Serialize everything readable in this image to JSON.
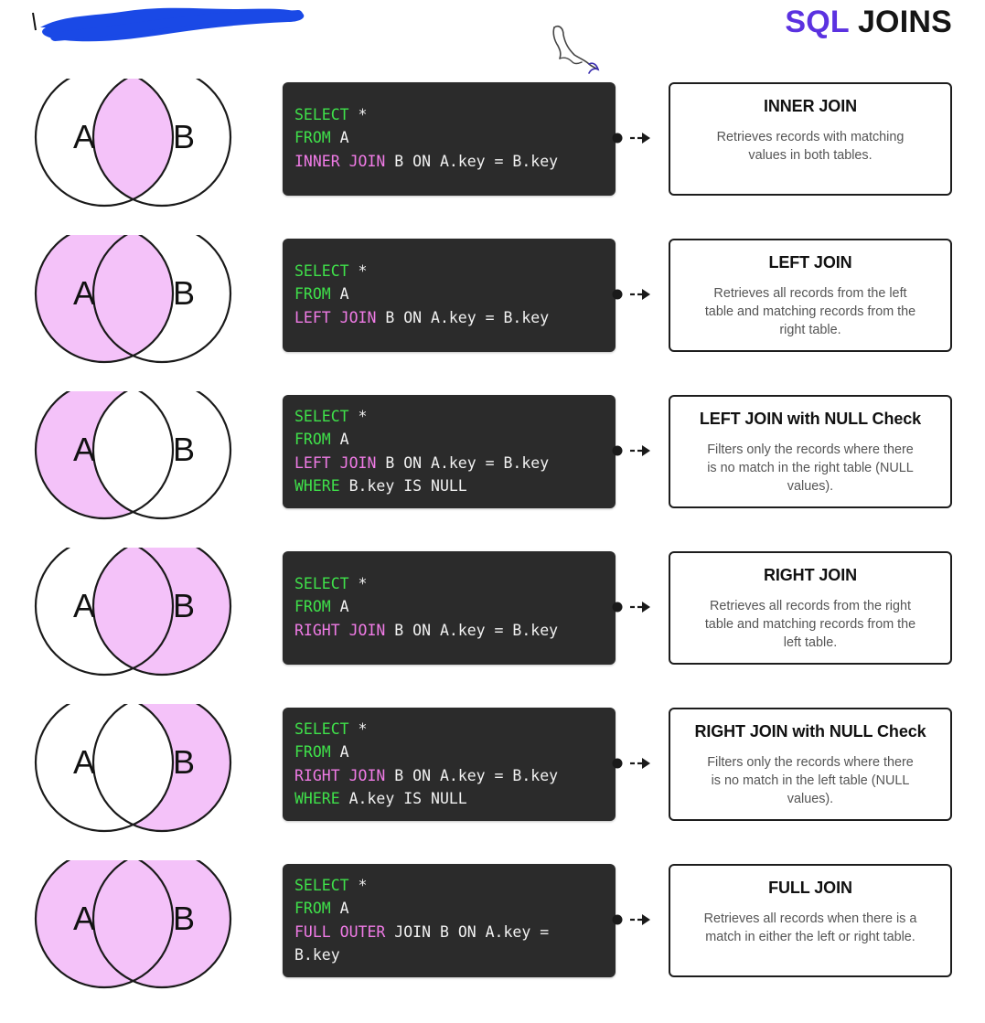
{
  "title": {
    "part1": "SQL",
    "part2": "JOINS"
  },
  "colors": {
    "title_accent": "#5b32e0",
    "venn_fill": "#f4c2f9",
    "code_bg": "#2b2b2b",
    "keyword_green": "#3fe04a",
    "keyword_pink": "#f07be6"
  },
  "icons": {
    "logo": "mysql-dolphin-icon",
    "redaction": "blue-scribble",
    "arrow": "arrow-right-icon"
  },
  "venn_labels": {
    "a": "A",
    "b": "B"
  },
  "joins": [
    {
      "fill": {
        "a_only": false,
        "overlap": true,
        "b_only": false
      },
      "code": [
        [
          {
            "t": "SELECT",
            "c": "g"
          },
          {
            "t": " *",
            "c": ""
          }
        ],
        [
          {
            "t": "FROM",
            "c": "g"
          },
          {
            "t": " A",
            "c": ""
          }
        ],
        [
          {
            "t": "INNER JOIN",
            "c": "p"
          },
          {
            "t": " B ON A.key = B.key",
            "c": ""
          }
        ]
      ],
      "heading": "INNER JOIN",
      "description": "Retrieves records with matching values in both tables."
    },
    {
      "fill": {
        "a_only": true,
        "overlap": true,
        "b_only": false
      },
      "code": [
        [
          {
            "t": "SELECT",
            "c": "g"
          },
          {
            "t": " *",
            "c": ""
          }
        ],
        [
          {
            "t": "FROM",
            "c": "g"
          },
          {
            "t": " A",
            "c": ""
          }
        ],
        [
          {
            "t": "LEFT JOIN",
            "c": "p"
          },
          {
            "t": " B ON A.key = B.key",
            "c": ""
          }
        ]
      ],
      "heading": "LEFT JOIN",
      "description": "Retrieves all records from the left table and matching records from the right table."
    },
    {
      "fill": {
        "a_only": true,
        "overlap": false,
        "b_only": false
      },
      "code": [
        [
          {
            "t": "SELECT",
            "c": "g"
          },
          {
            "t": " *",
            "c": ""
          }
        ],
        [
          {
            "t": "FROM",
            "c": "g"
          },
          {
            "t": " A",
            "c": ""
          }
        ],
        [
          {
            "t": "LEFT JOIN",
            "c": "p"
          },
          {
            "t": " B ON A.key = B.key",
            "c": ""
          }
        ],
        [
          {
            "t": "WHERE",
            "c": "g"
          },
          {
            "t": " B.key IS NULL",
            "c": ""
          }
        ]
      ],
      "heading": "LEFT JOIN with NULL Check",
      "description": "Filters only the records where there is no match in the right table (NULL values)."
    },
    {
      "fill": {
        "a_only": false,
        "overlap": true,
        "b_only": true
      },
      "code": [
        [
          {
            "t": "SELECT",
            "c": "g"
          },
          {
            "t": " *",
            "c": ""
          }
        ],
        [
          {
            "t": "FROM",
            "c": "g"
          },
          {
            "t": " A",
            "c": ""
          }
        ],
        [
          {
            "t": "RIGHT JOIN",
            "c": "p"
          },
          {
            "t": " B ON A.key = B.key",
            "c": ""
          }
        ]
      ],
      "heading": "RIGHT JOIN",
      "description": "Retrieves all records from the right table and matching records from the left table."
    },
    {
      "fill": {
        "a_only": false,
        "overlap": false,
        "b_only": true
      },
      "code": [
        [
          {
            "t": "SELECT",
            "c": "g"
          },
          {
            "t": " *",
            "c": ""
          }
        ],
        [
          {
            "t": "FROM",
            "c": "g"
          },
          {
            "t": " A",
            "c": ""
          }
        ],
        [
          {
            "t": "RIGHT JOIN",
            "c": "p"
          },
          {
            "t": " B ON A.key = B.key",
            "c": ""
          }
        ],
        [
          {
            "t": "WHERE",
            "c": "g"
          },
          {
            "t": " A.key IS NULL",
            "c": ""
          }
        ]
      ],
      "heading": "RIGHT JOIN with NULL Check",
      "description": "Filters only the records where there is no match in the left table (NULL values)."
    },
    {
      "fill": {
        "a_only": true,
        "overlap": true,
        "b_only": true
      },
      "code": [
        [
          {
            "t": "SELECT",
            "c": "g"
          },
          {
            "t": " *",
            "c": ""
          }
        ],
        [
          {
            "t": "FROM",
            "c": "g"
          },
          {
            "t": " A",
            "c": ""
          }
        ],
        [
          {
            "t": "FULL OUTER",
            "c": "p"
          },
          {
            "t": " JOIN B ON A.key =",
            "c": ""
          }
        ],
        [
          {
            "t": "B.key",
            "c": ""
          }
        ]
      ],
      "heading": "FULL JOIN",
      "description": "Retrieves all records when there is a match in either the left or right table."
    }
  ]
}
